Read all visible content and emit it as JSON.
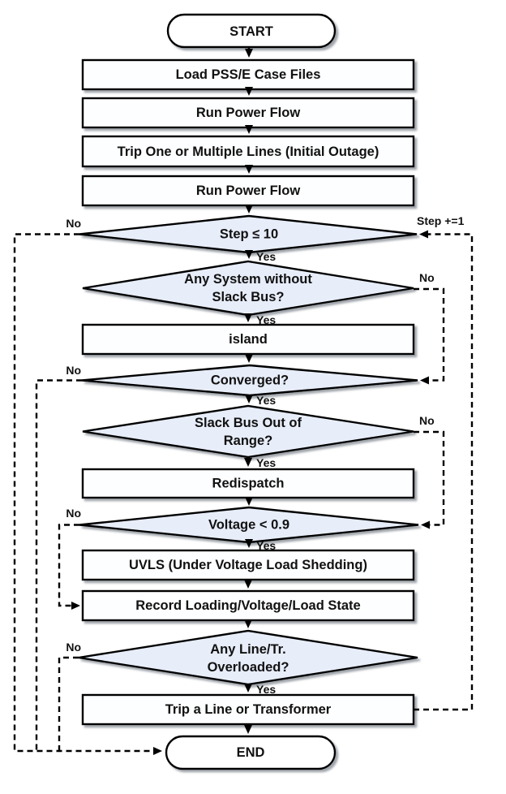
{
  "colors": {
    "decision_fill": "#e7edf9",
    "process_fill": "#fdfeff",
    "terminator_fill": "#ffffff",
    "stroke": "#000000",
    "shadow": "#888e96",
    "background": "#ffffff"
  },
  "nodes": {
    "start": {
      "label": "START"
    },
    "load_case_files": {
      "label": "Load PSS/E Case Files"
    },
    "run_power_flow_1": {
      "label": "Run Power Flow"
    },
    "trip_initial_outage": {
      "label": "Trip One or Multiple Lines (Initial Outage)"
    },
    "run_power_flow_2": {
      "label": "Run Power Flow"
    },
    "step_check": {
      "label": "Step ≤ 10"
    },
    "system_without_slack": {
      "line1": "Any System without",
      "line2": "Slack Bus?"
    },
    "island": {
      "label": "island"
    },
    "converged": {
      "label": "Converged?"
    },
    "slack_out_of_range": {
      "line1": "Slack Bus Out of",
      "line2": "Range?"
    },
    "redispatch": {
      "label": "Redispatch"
    },
    "voltage_check": {
      "label": "Voltage < 0.9"
    },
    "uvls": {
      "label": "UVLS (Under Voltage Load Shedding)"
    },
    "record_state": {
      "label": "Record Loading/Voltage/Load State"
    },
    "line_overloaded": {
      "line1": "Any Line/Tr.",
      "line2": "Overloaded?"
    },
    "trip_line_transformer": {
      "label": "Trip a Line or Transformer"
    },
    "end": {
      "label": "END"
    }
  },
  "edge_labels": {
    "yes": "Yes",
    "no": "No",
    "step_increment": "Step +=1"
  }
}
